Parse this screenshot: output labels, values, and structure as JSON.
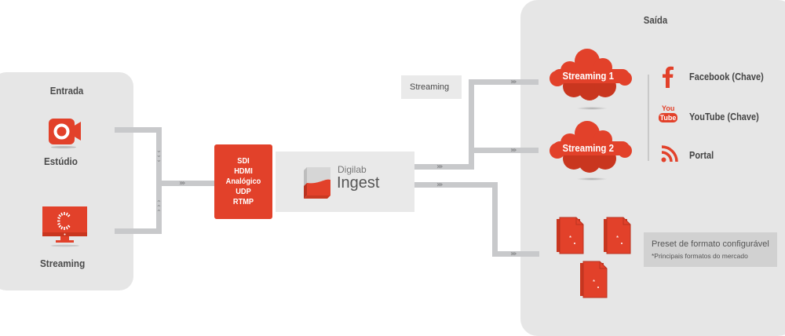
{
  "input_panel": {
    "title": "Entrada",
    "items": [
      {
        "label": "Estúdio",
        "icon": "camera-icon"
      },
      {
        "label": "Streaming",
        "icon": "monitor-icon"
      }
    ]
  },
  "protocols": [
    "SDI",
    "HDMI",
    "Analógico",
    "UDP",
    "RTMP"
  ],
  "ingest": {
    "brand": "Digilab",
    "product": "Ingest"
  },
  "streaming_tag": "Streaming",
  "output_panel": {
    "title": "Saída",
    "clouds": [
      "Streaming 1",
      "Streaming 2"
    ],
    "services": [
      {
        "label": "Facebook (Chave)",
        "icon": "facebook-icon"
      },
      {
        "label": "YouTube (Chave)",
        "icon": "youtube-icon"
      },
      {
        "label": "Portal",
        "icon": "rss-icon"
      }
    ],
    "youtube_icon_text": [
      "You",
      "Tube"
    ],
    "preset": {
      "title": "Preset de formato configurável",
      "note": "*Principais formatos do mercado"
    }
  },
  "colors": {
    "accent": "#e2412a",
    "panel": "#e6e6e6",
    "connector": "#c8c9cb",
    "text": "#4a4a4a"
  }
}
